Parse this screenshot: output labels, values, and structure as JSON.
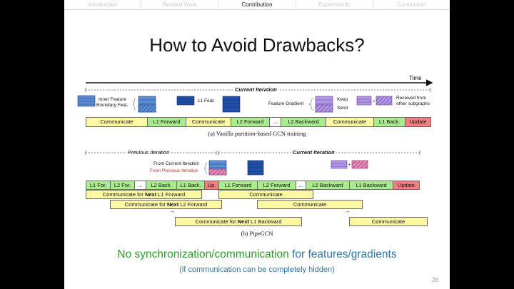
{
  "nav": {
    "tabs": [
      "Introduction",
      "Related Work",
      "Contribution",
      "Experiments",
      "Conclusion"
    ],
    "active": 2
  },
  "title": "How to Avoid Drawbacks?",
  "time_label": "Time",
  "diagram_a": {
    "header": "Current Iteration",
    "legend": {
      "inner": "Inner Feature",
      "boundary": "Boundary Feat.",
      "l1feat": "L1 Feat.",
      "grad": "Feature Gradient",
      "keep": "Keep",
      "send": "Send",
      "received": "Received from",
      "received2": "other subgraphs"
    },
    "timeline": [
      "Communicate",
      "L1 Forward",
      "Communicate",
      "L2 Forward",
      "...",
      "L2 Backward",
      "Communicate",
      "L1 Back.",
      "Update"
    ],
    "caption": "(a) Vanilla partition-based GCN training"
  },
  "diagram_b": {
    "prev_header": "Previous Iteration",
    "curr_header": "Current Iteration",
    "from_current": "From Current Iteration",
    "from_previous": "From Previous Iteration",
    "timeline": [
      "L1 For.",
      "L2 For.",
      "...",
      "L2 Back.",
      "L1 Back.",
      "Up.",
      "L1 Forward",
      "L2 Forward",
      "...",
      "L2 Backward",
      "L1 Backward",
      "Update"
    ],
    "comm": {
      "c1_pre": "Communicate for ",
      "c1_bold": "Next",
      "c1_post": " L1 Forward",
      "c2_pre": "Communicate for ",
      "c2_bold": "Next",
      "c2_post": " L2 Forward",
      "c3_pre": "Communicate for ",
      "c3_bold": "Next",
      "c3_post": " L1 Backward",
      "right1": "Communicate",
      "right2": "Communicate",
      "right3": "Communicate",
      "dots1": "...",
      "dots2": "..."
    },
    "caption": "(b) PipeGCN"
  },
  "message": {
    "line1_a": "No synchronization/communication",
    "line1_b": "for features/gradients",
    "line2": "(if communication can be completely hidden)"
  },
  "page_number": "28",
  "colors": {
    "yellow": "#fdf8a6",
    "green": "#a8ec8e",
    "red": "#f08080",
    "blue": "#5b8ed6",
    "darkblue": "#1f4fa8",
    "purple": "#b497e6",
    "msg_green": "#2e9b2e",
    "msg_blue": "#3275a8"
  }
}
